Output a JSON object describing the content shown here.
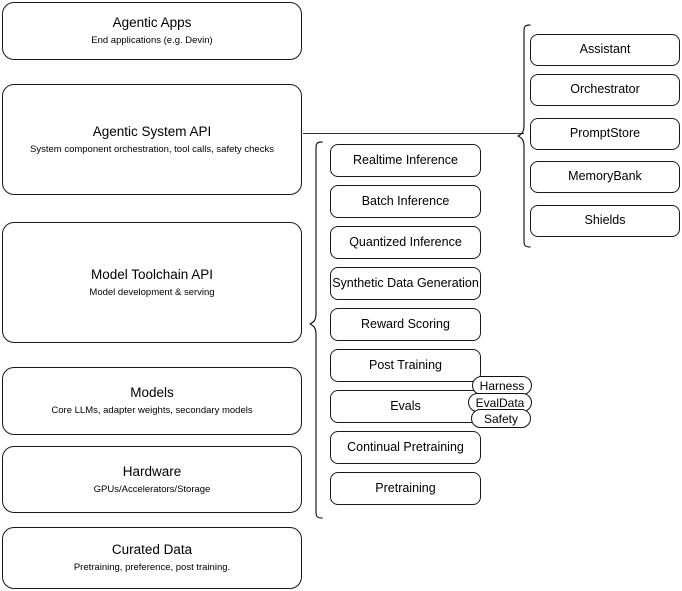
{
  "diagram": {
    "type": "layered-architecture-stack",
    "left_stack": [
      {
        "title": "Agentic Apps",
        "subtitle": "End applications (e.g. Devin)"
      },
      {
        "title": "Agentic System API",
        "subtitle": "System component orchestration, tool calls, safety checks"
      },
      {
        "title": "Model Toolchain API",
        "subtitle": "Model development & serving"
      },
      {
        "title": "Models",
        "subtitle": "Core LLMs, adapter weights, secondary models"
      },
      {
        "title": "Hardware",
        "subtitle": "GPUs/Accelerators/Storage"
      },
      {
        "title": "Curated Data",
        "subtitle": "Pretraining, preference, post training."
      }
    ],
    "middle_column": {
      "source_layer": "Model Toolchain API",
      "items": [
        {
          "label": "Realtime Inference"
        },
        {
          "label": "Batch Inference"
        },
        {
          "label": "Quantized Inference"
        },
        {
          "label": "Synthetic Data Generation"
        },
        {
          "label": "Reward Scoring"
        },
        {
          "label": "Post Training"
        },
        {
          "label": "Evals"
        },
        {
          "label": "Continual Pretraining"
        },
        {
          "label": "Pretraining"
        }
      ]
    },
    "evals_pills": [
      {
        "label": "Harness"
      },
      {
        "label": "EvalData"
      },
      {
        "label": "Safety"
      }
    ],
    "right_column": {
      "source_layer": "Agentic System API",
      "items": [
        {
          "label": "Assistant"
        },
        {
          "label": "Orchestrator"
        },
        {
          "label": "PromptStore"
        },
        {
          "label": "MemoryBank"
        },
        {
          "label": "Shields"
        }
      ]
    },
    "colors": {
      "stroke": "#1a1a1a",
      "background": "#ffffff",
      "text": "#000000",
      "connector": "#333333"
    }
  }
}
